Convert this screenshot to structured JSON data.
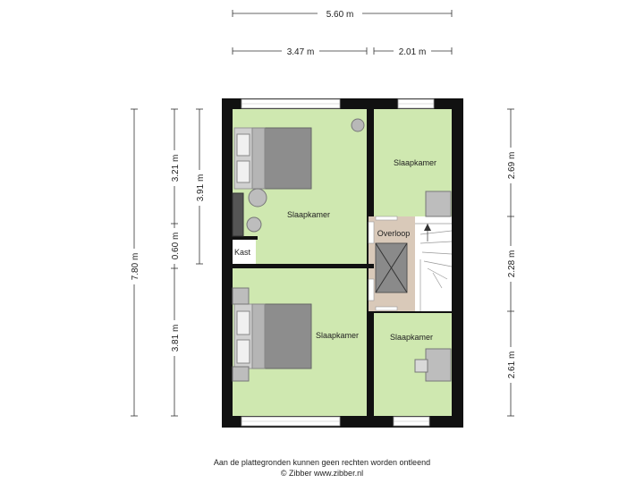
{
  "dimensions": {
    "top_total": "5.60 m",
    "top_left": "3.47 m",
    "top_right": "2.01 m",
    "left_total": "7.80 m",
    "left_a1": "3.21 m",
    "left_a2": "0.60 m",
    "left_a3": "3.81 m",
    "left_b1": "3.91 m",
    "right_1": "2.69 m",
    "right_2": "2.28 m",
    "right_3": "2.61 m"
  },
  "rooms": {
    "slaapkamer_large_top": "Slaapkamer",
    "slaapkamer_small_top": "Slaapkamer",
    "overloop": "Overloop",
    "kast": "Kast",
    "slaapkamer_large_bottom": "Slaapkamer",
    "slaapkamer_small_bottom": "Slaapkamer"
  },
  "footer": {
    "disclaimer": "Aan de plattegronden kunnen geen rechten worden ontleend",
    "copyright": "© Zibber www.zibber.nl"
  },
  "colors": {
    "room_fill": "#cfe8b0",
    "landing_fill": "#d8c8b8",
    "wall": "#111111",
    "furniture": "#7d7d7d"
  }
}
